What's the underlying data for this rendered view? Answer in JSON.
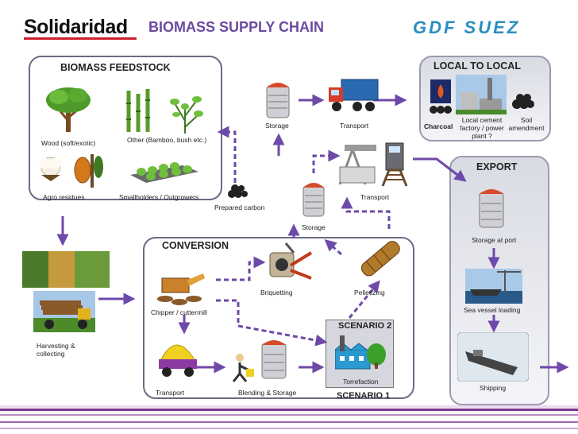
{
  "header": {
    "logo_left": "Solidaridad",
    "title": "BIOMASS SUPPLY CHAIN",
    "logo_right": "GDF SUEZ"
  },
  "colors": {
    "title_purple": "#6a4aa0",
    "arrow_purple": "#6e4aa8",
    "box_border": "#6a6a86",
    "footer_purple": "#7a3a8f",
    "logo_red": "#cc1f2d",
    "logo_blue": "#2a8fc0"
  },
  "feedstock": {
    "title": "BIOMASS FEEDSTOCK",
    "wood": "Wood (soft/exotic)",
    "other": "Other (Bamboo, bush etc.)",
    "agro": "Agro residues",
    "smallholders": "Smallholders / Outgrowers"
  },
  "harvesting": "Harvesting & collecting",
  "prepared_carbon": "Prepared carbon",
  "top_chain": {
    "storage": "Storage",
    "transport": "Transport"
  },
  "local": {
    "title": "LOCAL TO LOCAL",
    "charcoal": "Charcoal",
    "factory": "Local cement factory / power plant ?",
    "soil": "Soil amendment"
  },
  "mid_chain": {
    "transport": "Transport",
    "storage": "Storage"
  },
  "export": {
    "title": "EXPORT",
    "storage_port": "Storage at port",
    "loading": "Sea vessel loading",
    "shipping": "Shipping"
  },
  "conversion": {
    "title": "CONVERSION",
    "chipper": "Chipper / cuttermill",
    "briquetting": "Briquetting",
    "pelletizing": "Pelletizing",
    "transport": "Transport",
    "blending": "Blending & Storage",
    "scenario2": "SCENARIO 2",
    "torrefaction": "Torrefaction",
    "scenario1": "SCENARIO 1"
  },
  "icons": [
    "tree-icon",
    "bamboo-icon",
    "shrub-icon",
    "cotton-icon",
    "cocoa-icon",
    "seedling-tray-icon",
    "harvest-photo-icon",
    "logging-truck-icon",
    "silo-icon",
    "truck-icon",
    "charcoal-icon",
    "cement-factory-icon",
    "crane-icon",
    "train-icon",
    "ship-icon",
    "chipper-icon",
    "briquette-press-icon",
    "pellet-icon",
    "dump-truck-icon",
    "worker-icon",
    "torrefaction-plant-icon"
  ]
}
